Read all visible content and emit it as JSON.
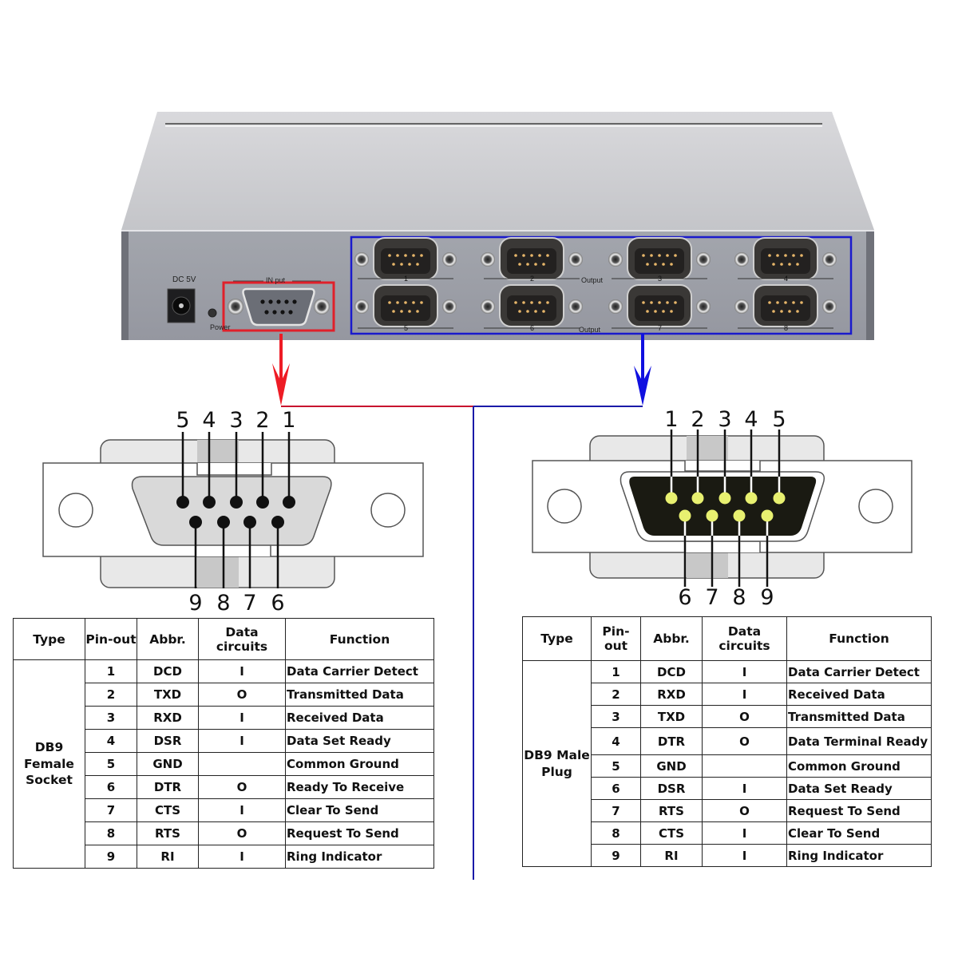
{
  "device": {
    "labels": {
      "dc": "DC 5V",
      "power": "Power",
      "input": "IN put",
      "output_row1": "Output",
      "output_row2": "Output"
    },
    "output_ports": [
      "1",
      "2",
      "3",
      "4",
      "5",
      "6",
      "7",
      "8"
    ],
    "input_highlight_color": "#e0202a",
    "output_highlight_color": "#1a1acc"
  },
  "female_diagram": {
    "top_pins": [
      "5",
      "4",
      "3",
      "2",
      "1"
    ],
    "bottom_pins": [
      "9",
      "8",
      "7",
      "6"
    ],
    "shell_color": "#d9d9d9",
    "pin_color": "#111111"
  },
  "male_diagram": {
    "top_pins": [
      "1",
      "2",
      "3",
      "4",
      "5"
    ],
    "bottom_pins": [
      "6",
      "7",
      "8",
      "9"
    ],
    "shell_color": "#1a1a12",
    "pin_color": "#e8f070"
  },
  "tables": {
    "headers": [
      "Type",
      "Pin-out",
      "Abbr.",
      "Data circuits",
      "Function"
    ],
    "female": {
      "type_label": [
        "DB9",
        "Female",
        "Socket"
      ],
      "rows": [
        {
          "pin": "1",
          "abbr": "DCD",
          "circuit": "I",
          "function": "Data Carrier Detect"
        },
        {
          "pin": "2",
          "abbr": "TXD",
          "circuit": "O",
          "function": "Transmitted Data"
        },
        {
          "pin": "3",
          "abbr": "RXD",
          "circuit": "I",
          "function": "Received Data"
        },
        {
          "pin": "4",
          "abbr": "DSR",
          "circuit": "I",
          "function": "Data Set Ready"
        },
        {
          "pin": "5",
          "abbr": "GND",
          "circuit": "",
          "function": "Common Ground"
        },
        {
          "pin": "6",
          "abbr": "DTR",
          "circuit": "O",
          "function": "Ready To Receive"
        },
        {
          "pin": "7",
          "abbr": "CTS",
          "circuit": "I",
          "function": "Clear To Send"
        },
        {
          "pin": "8",
          "abbr": "RTS",
          "circuit": "O",
          "function": "Request To Send"
        },
        {
          "pin": "9",
          "abbr": "RI",
          "circuit": "I",
          "function": "Ring Indicator"
        }
      ]
    },
    "male": {
      "type_label": [
        "DB9 Male",
        "Plug"
      ],
      "rows": [
        {
          "pin": "1",
          "abbr": "DCD",
          "circuit": "I",
          "function": "Data Carrier Detect"
        },
        {
          "pin": "2",
          "abbr": "RXD",
          "circuit": "I",
          "function": "Received Data"
        },
        {
          "pin": "3",
          "abbr": "TXD",
          "circuit": "O",
          "function": "Transmitted Data"
        },
        {
          "pin": "4",
          "abbr": "DTR",
          "circuit": "O",
          "function": "Data Terminal Ready"
        },
        {
          "pin": "5",
          "abbr": "GND",
          "circuit": "",
          "function": "Common Ground"
        },
        {
          "pin": "6",
          "abbr": "DSR",
          "circuit": "I",
          "function": "Data Set Ready"
        },
        {
          "pin": "7",
          "abbr": "RTS",
          "circuit": "O",
          "function": "Request To Send"
        },
        {
          "pin": "8",
          "abbr": "CTS",
          "circuit": "I",
          "function": "Clear To Send"
        },
        {
          "pin": "9",
          "abbr": "RI",
          "circuit": "I",
          "function": "Ring Indicator"
        }
      ]
    }
  }
}
